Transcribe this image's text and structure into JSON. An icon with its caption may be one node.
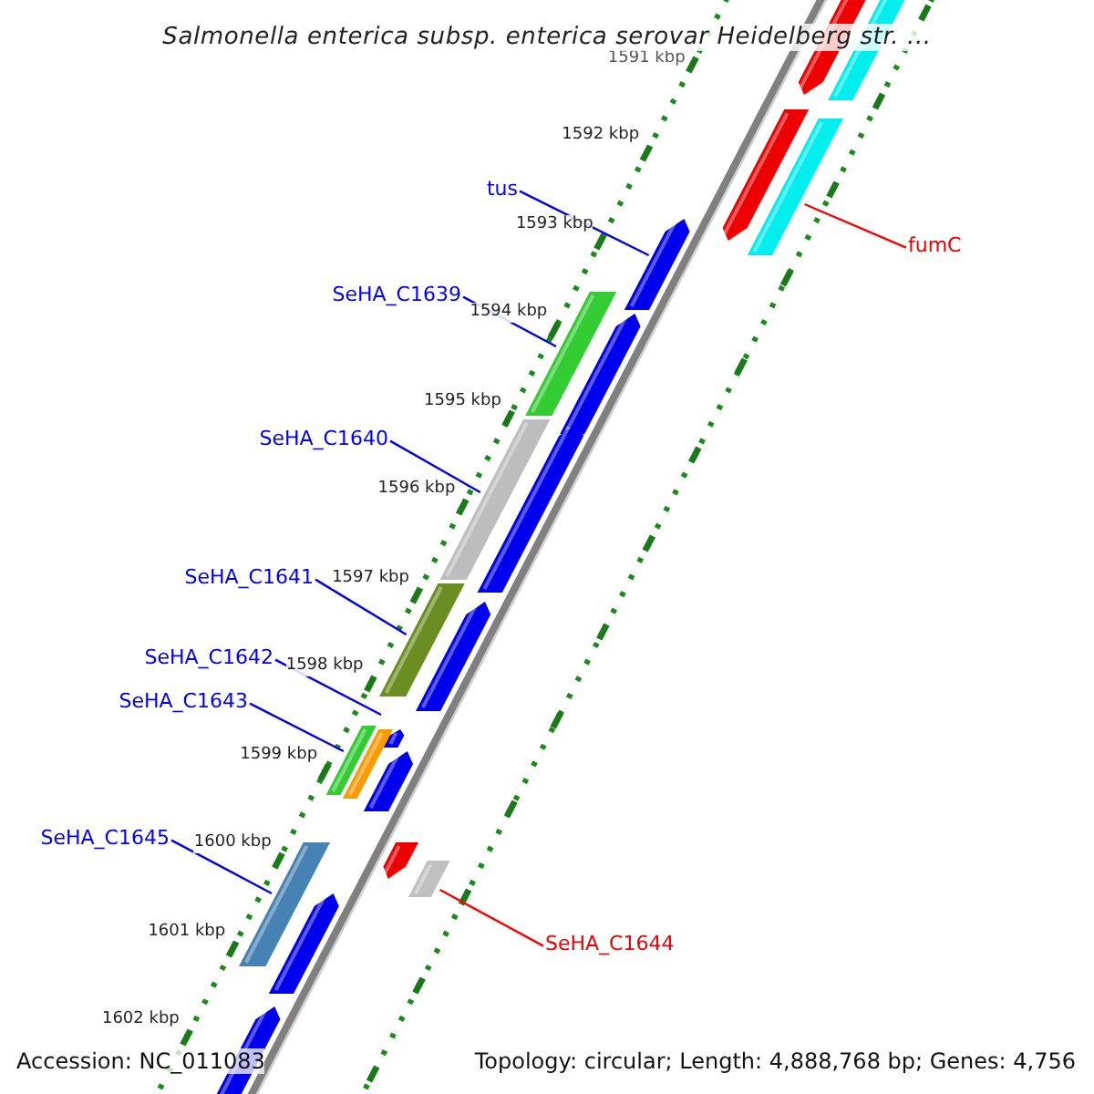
{
  "diagram": {
    "title": "Salmonella enterica subsp. enterica serovar Heidelberg str. ...",
    "nodes": [
      {
        "text": [
          "tus"
        ]
      },
      {
        "text": [
          "SeHA_C1639"
        ]
      },
      {
        "text": [
          "SeHA_C1640"
        ]
      },
      {
        "text": [
          "SeHA_C1641"
        ]
      },
      {
        "text": [
          "SeHA_C1642"
        ]
      },
      {
        "text": [
          "SeHA_C1643"
        ]
      },
      {
        "text": [
          "SeHA_C1645"
        ]
      },
      {
        "text": [
          "fumC"
        ]
      },
      {
        "text": [
          "SeHA_C1644"
        ]
      }
    ],
    "edges": [
      {
        "from": 0,
        "to": null,
        "arrow": "none"
      },
      {
        "from": 1,
        "to": null,
        "arrow": "none"
      },
      {
        "from": 2,
        "to": null,
        "arrow": "none"
      },
      {
        "from": 3,
        "to": null,
        "arrow": "none"
      },
      {
        "from": 4,
        "to": null,
        "arrow": "none"
      },
      {
        "from": 5,
        "to": null,
        "arrow": "none"
      },
      {
        "from": 6,
        "to": null,
        "arrow": "none"
      },
      {
        "from": 7,
        "to": null,
        "arrow": "none",
        "color": "#ff0000"
      },
      {
        "from": 8,
        "to": null,
        "arrow": "none",
        "color": "#ff0000"
      }
    ],
    "labels": [
      "1591 kbp",
      "1592 kbp",
      "1593 kbp",
      "1594 kbp",
      "1595 kbp",
      "1596 kbp",
      "1597 kbp",
      "1598 kbp",
      "1599 kbp",
      "1600 kbp",
      "1601 kbp",
      "1602 kbp",
      "Accession: NC_011083",
      "Topology: circular; Length: 4,888,768 bp; Genes: 4,756"
    ]
  }
}
